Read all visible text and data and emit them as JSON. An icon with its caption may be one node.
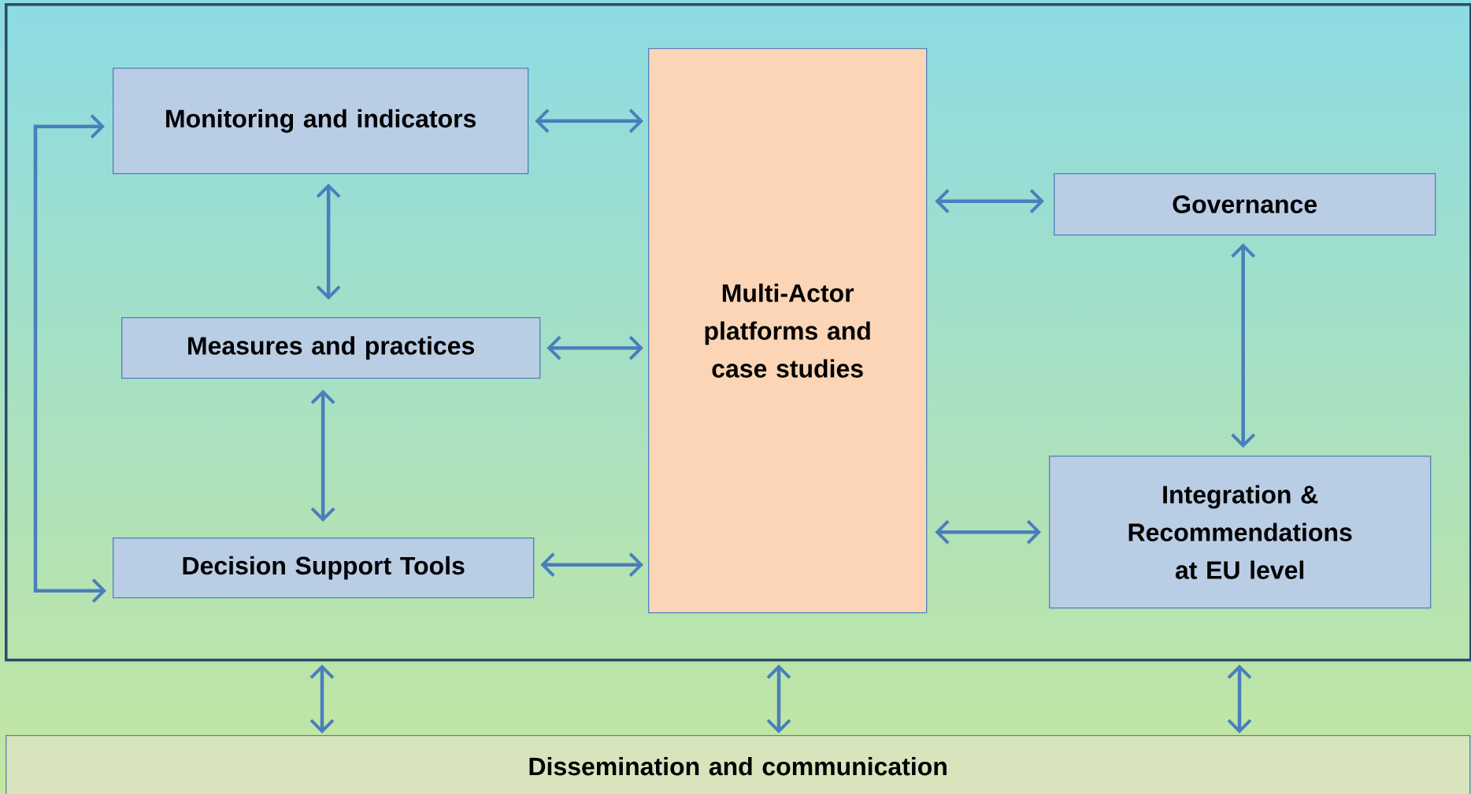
{
  "diagram": {
    "nodes": [
      {
        "text": [],
        "shape": "box"
      },
      {
        "text": [
          "Monitoring and indicators"
        ],
        "in": 0
      },
      {
        "text": [
          "Measures and practices"
        ],
        "in": 0
      },
      {
        "text": [
          "Decision Support Tools"
        ],
        "in": 0
      },
      {
        "text": [
          "Multi-Actor platforms and case studies"
        ],
        "in": 0
      },
      {
        "text": [
          "Governance"
        ],
        "in": 0
      },
      {
        "text": [
          "Integration & Recommendations at EU level"
        ],
        "in": 0
      },
      {
        "text": [
          "Dissemination and communication"
        ]
      }
    ],
    "edges": [
      {
        "from": 1,
        "to": 4,
        "arrow": "both"
      },
      {
        "from": 2,
        "to": 4,
        "arrow": "both"
      },
      {
        "from": 3,
        "to": 4,
        "arrow": "both"
      },
      {
        "from": 4,
        "to": 5,
        "arrow": "both"
      },
      {
        "from": 4,
        "to": 6,
        "arrow": "both"
      },
      {
        "from": 1,
        "to": 2,
        "arrow": "both"
      },
      {
        "from": 2,
        "to": 3,
        "arrow": "both"
      },
      {
        "from": 5,
        "to": 6,
        "arrow": "both"
      },
      {
        "from": 1,
        "to": 3,
        "arrow": "both"
      },
      {
        "from": 0,
        "to": 7,
        "arrow": "both"
      },
      {
        "from": 0,
        "to": 7,
        "arrow": "both"
      },
      {
        "from": 0,
        "to": 7,
        "arrow": "both"
      }
    ]
  }
}
